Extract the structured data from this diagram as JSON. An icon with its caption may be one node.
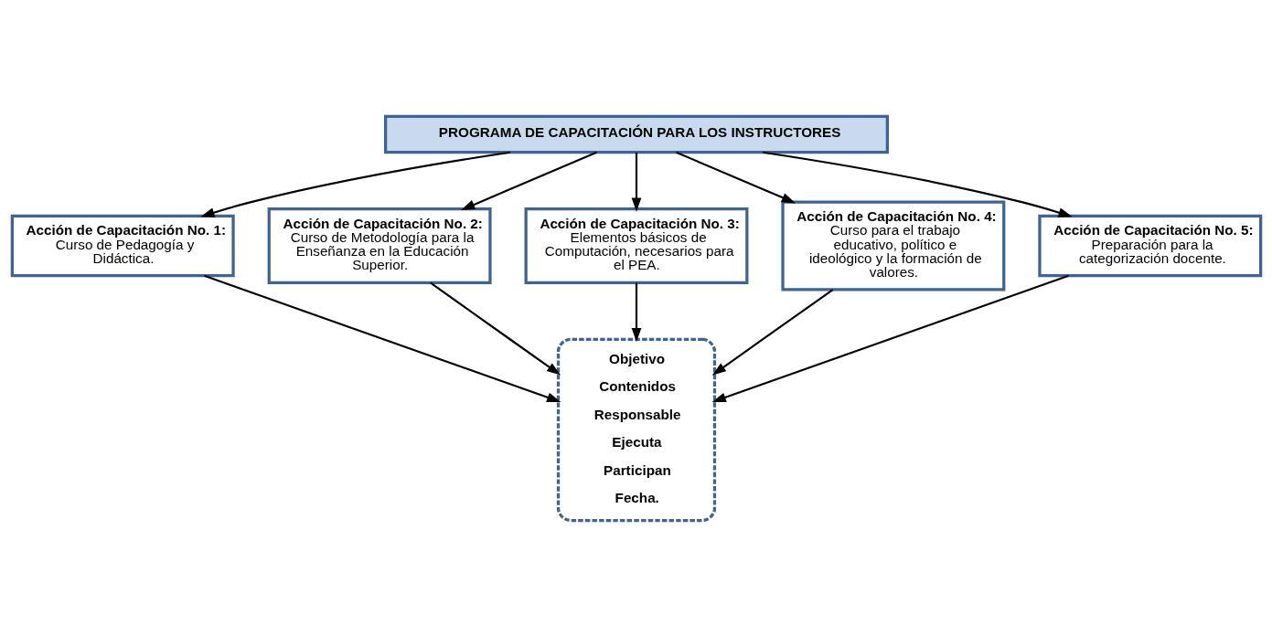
{
  "diagram": {
    "nodes": [
      {
        "text": [
          "PROGRAMA DE CAPACITACIÓN PARA LOS INSTRUCTORES"
        ]
      },
      {
        "text": [
          "Acción de Capacitación No. 1:",
          "Curso de Pedagogía y Didáctica."
        ]
      },
      {
        "text": [
          "Acción de Capacitación No. 2:",
          "Curso de Metodología para la Enseñanza en la Educación Superior."
        ]
      },
      {
        "text": [
          "Acción de Capacitación No. 3:",
          "Elementos básicos de Computación, necesarios para el PEA."
        ]
      },
      {
        "text": [
          "Acción de Capacitación No. 4:",
          "Curso para el trabajo educativo, político e ideológico y la formación de valores."
        ]
      },
      {
        "text": [
          "Objetivo",
          "Contenidos",
          "Responsable",
          "Ejecuta",
          "Participan",
          "Fecha."
        ]
      },
      {
        "text": [
          "Acción de Capacitación No. 5:",
          "Preparación para la categorización docente."
        ]
      }
    ],
    "edges": [
      {
        "from": 0,
        "to": 1,
        "arrow": "to"
      },
      {
        "from": 0,
        "to": 4,
        "arrow": "to"
      },
      {
        "from": 0,
        "to": 2,
        "arrow": "to"
      },
      {
        "from": 0,
        "to": 6,
        "arrow": "to"
      },
      {
        "from": 0,
        "to": 3,
        "arrow": "to"
      },
      {
        "from": 1,
        "to": 5,
        "arrow": "to"
      },
      {
        "from": 2,
        "to": 5,
        "arrow": "to"
      },
      {
        "from": 3,
        "to": 5,
        "arrow": "to"
      },
      {
        "from": 4,
        "to": 5,
        "arrow": "to"
      },
      {
        "from": 6,
        "to": 5,
        "arrow": "to"
      }
    ]
  }
}
